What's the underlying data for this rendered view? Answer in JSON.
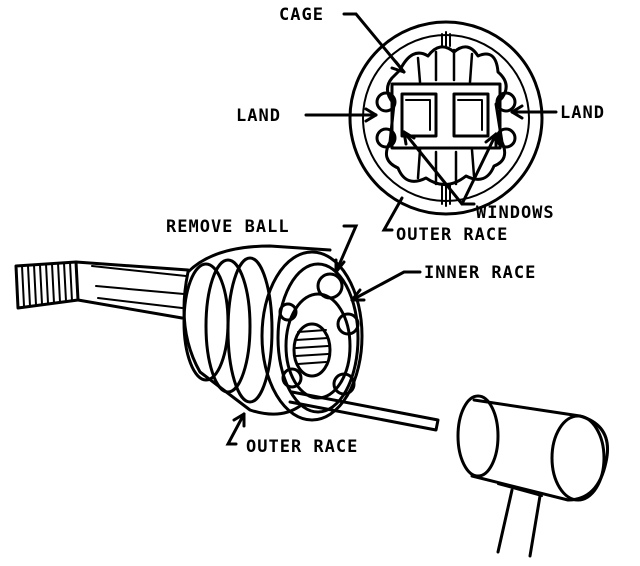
{
  "labels": {
    "cage": "CAGE",
    "land_left": "LAND",
    "land_right": "LAND",
    "windows": "WINDOWS",
    "outer_race_top": "OUTER RACE",
    "remove_ball": "REMOVE BALL",
    "inner_race": "INNER RACE",
    "outer_race_bottom": "OUTER RACE"
  }
}
